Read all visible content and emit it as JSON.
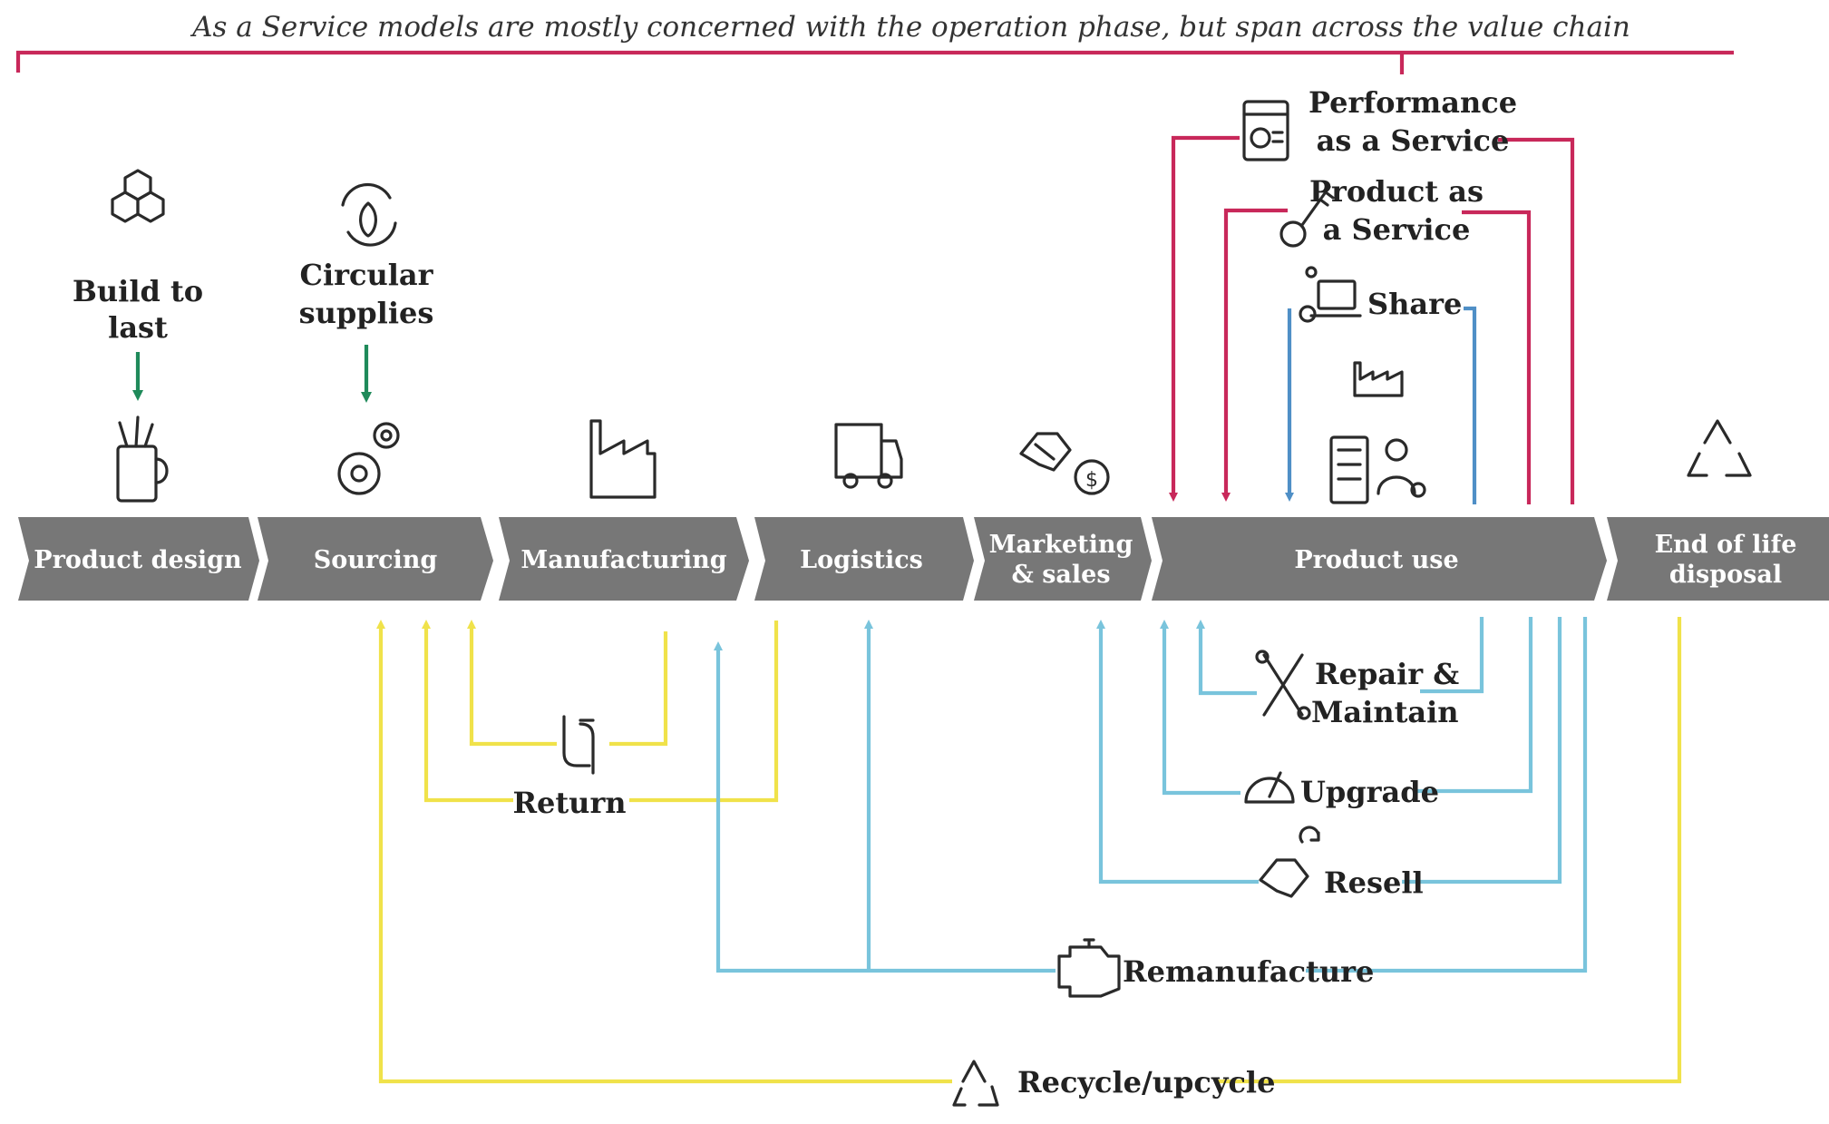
{
  "caption": "As a Service models are mostly concerned with the operation phase, but span across the value chain",
  "stages": [
    {
      "lines": [
        "Product design"
      ]
    },
    {
      "lines": [
        "Sourcing"
      ]
    },
    {
      "lines": [
        "Manufacturing"
      ]
    },
    {
      "lines": [
        "Logistics"
      ]
    },
    {
      "lines": [
        "Marketing",
        "& sales"
      ]
    },
    {
      "lines": [
        "Product use"
      ]
    },
    {
      "lines": [
        "End of life",
        "disposal"
      ]
    }
  ],
  "top_models": {
    "build_to_last": [
      "Build to",
      "last"
    ],
    "circular_supplies": [
      "Circular",
      "supplies"
    ],
    "performance_as_a_service": [
      "Performance",
      "as a Service"
    ],
    "product_as_a_service": [
      "Product as",
      "a Service"
    ],
    "share": "Share"
  },
  "loops": {
    "return": "Return",
    "repair_maintain": [
      "Repair &",
      "Maintain"
    ],
    "upgrade": "Upgrade",
    "resell": "Resell",
    "remanufacture": "Remanufacture",
    "recycle_upcycle": "Recycle/upcycle"
  },
  "colors": {
    "service_models": "#c8285a",
    "extend_loops": "#79c4dc",
    "share_loop": "#4f8fc6",
    "material_loops": "#f0e24a",
    "design_arrows": "#1f8a5a",
    "stage_band": "#777777"
  },
  "icons": [
    "hexagon-cluster-icon",
    "leaf-cycle-icon",
    "pencil-cup-icon",
    "gears-icon",
    "factory-icon",
    "truck-icon",
    "handshake-coin-icon",
    "dashboard-window-icon",
    "key-icon",
    "laptop-location-icon",
    "building-person-icon",
    "recycle-icon",
    "refresh-icon",
    "tools-icon",
    "gauge-icon",
    "engine-icon"
  ]
}
